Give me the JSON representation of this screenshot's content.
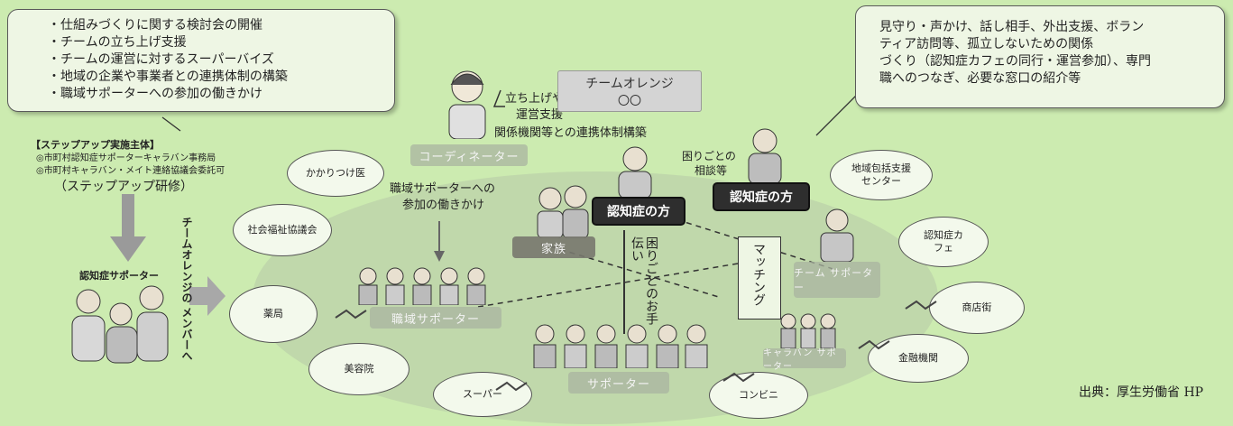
{
  "left_box": {
    "items": [
      "・仕組みづくりに関する検討会の開催",
      "・チームの立ち上げ支援",
      "・チームの運営に対するスーパーバイズ",
      "・地域の企業や事業者との連携体制の構築",
      "・職域サポーターへの参加の働きかけ"
    ]
  },
  "right_box": {
    "lines": [
      "見守り・声かけ、話し相手、外出支援、ボラン",
      "ティア訪問等、孤立しないための関係",
      "づくり（認知症カフェの同行・運営参加）、専門",
      "職へのつなぎ、必要な窓口の紹介等"
    ]
  },
  "step_up": {
    "title": "【ステップアップ実施主体】",
    "bullet1": "◎市町村認知症サポーターキャラバン事務局",
    "bullet2": "◎市町村キャラバン・メイト連絡協議会委託可",
    "training": "（ステップアップ研修）",
    "supporter_label": "認知症サポーター",
    "vertical_label": "チームオレンジの メンバーへ"
  },
  "team": {
    "name": "チームオレンジ",
    "sub": "〇〇"
  },
  "labels": {
    "coordinator": "コーディネーター",
    "setup_support_1": "立ち上げや",
    "setup_support_2": "運営支援",
    "cooperation": "関係機関等との連携体制構築",
    "consultation_1": "困りごとの",
    "consultation_2": "相談等",
    "workplace_invite_1": "職域サポーターへの",
    "workplace_invite_2": "参加の働きかけ",
    "dementia_person_1": "認知症の方",
    "dementia_person_2": "認知症の方",
    "family": "家族",
    "help": "困りごとのお手伝い",
    "matching": "マッチング",
    "workplace_supporter": "職域サポーター",
    "supporter": "サポーター",
    "team_supporter": "チーム サポーター",
    "mini_supporter": "キャラバン サポーター"
  },
  "ovals": {
    "family_doctor": "かかりつけ医",
    "social_welfare": "社会福祉協議会",
    "pharmacy": "薬局",
    "beauty_salon": "美容院",
    "supermarket": "スーパー",
    "convenience": "コンビニ",
    "bank": "金融機関",
    "shopping_street": "商店街",
    "dementia_cafe": "認知症カフェ",
    "regional_center": "地域包括支援センター"
  },
  "source": "出典：厚生労働省 HP",
  "colors": {
    "background": "#ccebb0",
    "box_fill": "#eef6e4",
    "dark_label": "#2e2e2e"
  }
}
